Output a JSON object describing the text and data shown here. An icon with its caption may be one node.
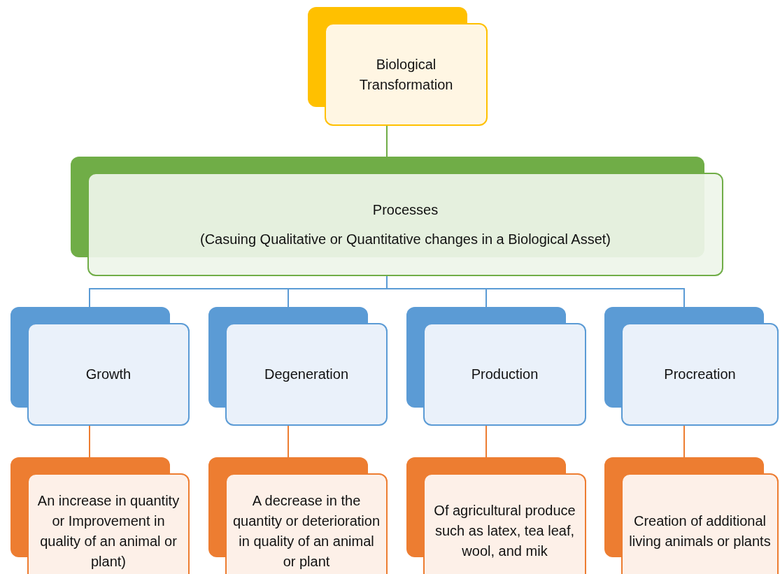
{
  "diagram": {
    "nodes": [
      {
        "text": [
          "Biological Transformation"
        ]
      },
      {
        "text": [
          "Processes",
          "(Casuing Qualitative or Quantitative changes in a Biological Asset)"
        ]
      },
      {
        "text": [
          "Growth"
        ]
      },
      {
        "text": [
          "Degeneration"
        ]
      },
      {
        "text": [
          "Production"
        ]
      },
      {
        "text": [
          "Procreation"
        ]
      },
      {
        "text": [
          "An increase in quantity or Improvement in quality of an animal or plant)"
        ]
      },
      {
        "text": [
          "A decrease in the quantity or deterioration in quality of an animal or plant"
        ]
      },
      {
        "text": [
          "Of agricultural produce such as latex, tea leaf, wool, and mik"
        ]
      },
      {
        "text": [
          "Creation of additional living animals or plants"
        ]
      }
    ],
    "edges": [
      {
        "from": 0,
        "to": 1,
        "arrow": "none",
        "color": "#70ad47"
      },
      {
        "from": 1,
        "to": 2,
        "arrow": "none",
        "color": "#5b9bd5"
      },
      {
        "from": 1,
        "to": 3,
        "arrow": "none",
        "color": "#5b9bd5"
      },
      {
        "from": 1,
        "to": 4,
        "arrow": "none",
        "color": "#5b9bd5"
      },
      {
        "from": 1,
        "to": 5,
        "arrow": "none",
        "color": "#5b9bd5"
      },
      {
        "from": 2,
        "to": 6,
        "arrow": "none",
        "color": "#ed7d31"
      },
      {
        "from": 3,
        "to": 7,
        "arrow": "none",
        "color": "#ed7d31"
      },
      {
        "from": 4,
        "to": 8,
        "arrow": "none",
        "color": "#ed7d31"
      },
      {
        "from": 5,
        "to": 9,
        "arrow": "none",
        "color": "#ed7d31"
      }
    ]
  }
}
